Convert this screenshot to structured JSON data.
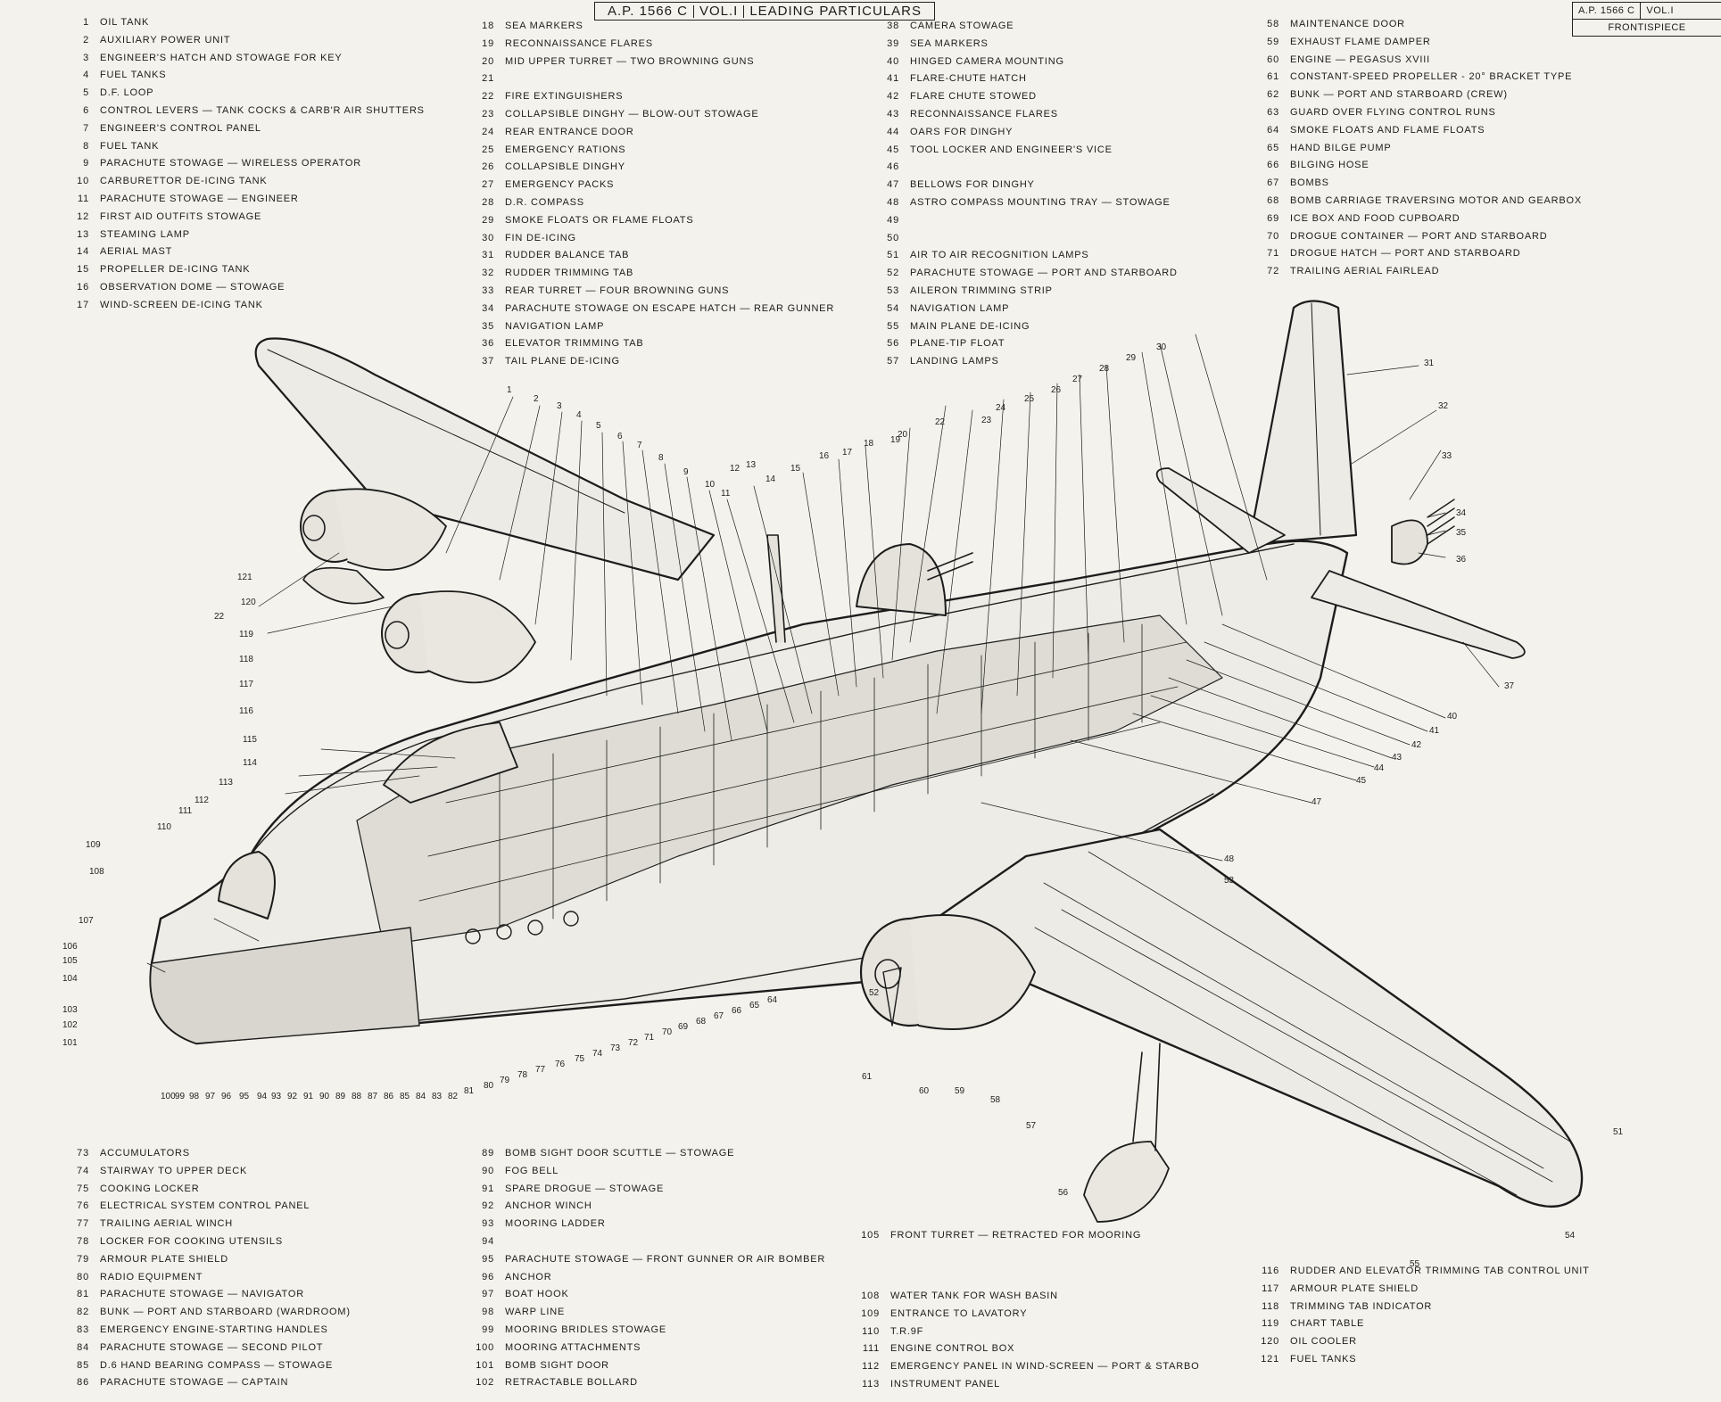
{
  "header": {
    "doc_ref": "A.P. 1566 C",
    "volume": "VOL.I",
    "section": "LEADING PARTICULARS"
  },
  "ref_box": {
    "doc_ref": "A.P. 1566 C",
    "volume": "VOL.I",
    "page": "FRONTISPIECE"
  },
  "legend": {
    "col1": [
      {
        "n": "1",
        "t": "OIL TANK"
      },
      {
        "n": "2",
        "t": "AUXILIARY POWER UNIT"
      },
      {
        "n": "3",
        "t": "ENGINEER'S HATCH AND STOWAGE FOR KEY"
      },
      {
        "n": "4",
        "t": "FUEL TANKS"
      },
      {
        "n": "5",
        "t": "D.F. LOOP"
      },
      {
        "n": "6",
        "t": "CONTROL LEVERS — TANK COCKS & CARB'R AIR SHUTTERS"
      },
      {
        "n": "7",
        "t": "ENGINEER'S CONTROL PANEL"
      },
      {
        "n": "8",
        "t": "FUEL TANK"
      },
      {
        "n": "9",
        "t": "PARACHUTE STOWAGE — WIRELESS OPERATOR"
      },
      {
        "n": "10",
        "t": "CARBURETTOR DE-ICING TANK"
      },
      {
        "n": "11",
        "t": "PARACHUTE STOWAGE — ENGINEER"
      },
      {
        "n": "12",
        "t": "FIRST AID OUTFITS STOWAGE"
      },
      {
        "n": "13",
        "t": "STEAMING LAMP"
      },
      {
        "n": "14",
        "t": "AERIAL MAST"
      },
      {
        "n": "15",
        "t": "PROPELLER DE-ICING TANK"
      },
      {
        "n": "16",
        "t": "OBSERVATION DOME — STOWAGE"
      },
      {
        "n": "17",
        "t": "WIND-SCREEN DE-ICING TANK"
      }
    ],
    "col2": [
      {
        "n": "18",
        "t": "SEA MARKERS"
      },
      {
        "n": "19",
        "t": "RECONNAISSANCE FLARES"
      },
      {
        "n": "20",
        "t": "MID UPPER TURRET — TWO BROWNING GUNS"
      },
      {
        "n": "21",
        "t": ""
      },
      {
        "n": "22",
        "t": "FIRE EXTINGUISHERS"
      },
      {
        "n": "23",
        "t": "COLLAPSIBLE DINGHY — BLOW-OUT STOWAGE"
      },
      {
        "n": "24",
        "t": "REAR ENTRANCE DOOR"
      },
      {
        "n": "25",
        "t": "EMERGENCY RATIONS"
      },
      {
        "n": "26",
        "t": "COLLAPSIBLE DINGHY"
      },
      {
        "n": "27",
        "t": "EMERGENCY PACKS"
      },
      {
        "n": "28",
        "t": "D.R. COMPASS"
      },
      {
        "n": "29",
        "t": "SMOKE FLOATS OR FLAME FLOATS"
      },
      {
        "n": "30",
        "t": "FIN DE-ICING"
      },
      {
        "n": "31",
        "t": "RUDDER BALANCE TAB"
      },
      {
        "n": "32",
        "t": "RUDDER TRIMMING TAB"
      },
      {
        "n": "33",
        "t": "REAR TURRET — FOUR BROWNING GUNS"
      },
      {
        "n": "34",
        "t": "PARACHUTE STOWAGE ON ESCAPE HATCH — REAR GUNNER"
      },
      {
        "n": "35",
        "t": "NAVIGATION LAMP"
      },
      {
        "n": "36",
        "t": "ELEVATOR TRIMMING TAB"
      },
      {
        "n": "37",
        "t": "TAIL PLANE DE-ICING"
      }
    ],
    "col3": [
      {
        "n": "38",
        "t": "CAMERA STOWAGE"
      },
      {
        "n": "39",
        "t": "SEA MARKERS"
      },
      {
        "n": "40",
        "t": "HINGED CAMERA MOUNTING"
      },
      {
        "n": "41",
        "t": "FLARE-CHUTE HATCH"
      },
      {
        "n": "42",
        "t": "FLARE CHUTE STOWED"
      },
      {
        "n": "43",
        "t": "RECONNAISSANCE FLARES"
      },
      {
        "n": "44",
        "t": "OARS FOR DINGHY"
      },
      {
        "n": "45",
        "t": "TOOL LOCKER AND ENGINEER'S VICE"
      },
      {
        "n": "46",
        "t": ""
      },
      {
        "n": "47",
        "t": "BELLOWS FOR DINGHY"
      },
      {
        "n": "48",
        "t": "ASTRO COMPASS MOUNTING TRAY — STOWAGE"
      },
      {
        "n": "49",
        "t": ""
      },
      {
        "n": "50",
        "t": ""
      },
      {
        "n": "51",
        "t": "AIR TO AIR RECOGNITION LAMPS"
      },
      {
        "n": "52",
        "t": "PARACHUTE STOWAGE — PORT AND STARBOARD"
      },
      {
        "n": "53",
        "t": "AILERON TRIMMING STRIP"
      },
      {
        "n": "54",
        "t": "NAVIGATION LAMP"
      },
      {
        "n": "55",
        "t": "MAIN PLANE DE-ICING"
      },
      {
        "n": "56",
        "t": "PLANE-TIP FLOAT"
      },
      {
        "n": "57",
        "t": "LANDING LAMPS"
      }
    ],
    "col4": [
      {
        "n": "58",
        "t": "MAINTENANCE DOOR"
      },
      {
        "n": "59",
        "t": "EXHAUST FLAME DAMPER"
      },
      {
        "n": "60",
        "t": "ENGINE — PEGASUS XVIII"
      },
      {
        "n": "61",
        "t": "CONSTANT-SPEED PROPELLER - 20° BRACKET TYPE"
      },
      {
        "n": "62",
        "t": "BUNK — PORT AND STARBOARD (CREW)"
      },
      {
        "n": "63",
        "t": "GUARD OVER FLYING CONTROL RUNS"
      },
      {
        "n": "64",
        "t": "SMOKE FLOATS AND FLAME FLOATS"
      },
      {
        "n": "65",
        "t": "HAND BILGE PUMP"
      },
      {
        "n": "66",
        "t": "BILGING HOSE"
      },
      {
        "n": "67",
        "t": "BOMBS"
      },
      {
        "n": "68",
        "t": "BOMB CARRIAGE TRAVERSING MOTOR AND GEARBOX"
      },
      {
        "n": "69",
        "t": "ICE BOX AND FOOD CUPBOARD"
      },
      {
        "n": "70",
        "t": "DROGUE CONTAINER — PORT AND STARBOARD"
      },
      {
        "n": "71",
        "t": "DROGUE HATCH — PORT AND STARBOARD"
      },
      {
        "n": "72",
        "t": "TRAILING AERIAL FAIRLEAD"
      }
    ],
    "col5": [
      {
        "n": "73",
        "t": "ACCUMULATORS"
      },
      {
        "n": "74",
        "t": "STAIRWAY TO UPPER DECK"
      },
      {
        "n": "75",
        "t": "COOKING LOCKER"
      },
      {
        "n": "76",
        "t": "ELECTRICAL SYSTEM CONTROL PANEL"
      },
      {
        "n": "77",
        "t": "TRAILING AERIAL WINCH"
      },
      {
        "n": "78",
        "t": "LOCKER FOR COOKING UTENSILS"
      },
      {
        "n": "79",
        "t": "ARMOUR PLATE SHIELD"
      },
      {
        "n": "80",
        "t": "RADIO EQUIPMENT"
      },
      {
        "n": "81",
        "t": "PARACHUTE STOWAGE — NAVIGATOR"
      },
      {
        "n": "82",
        "t": "BUNK — PORT AND STARBOARD (WARDROOM)"
      },
      {
        "n": "83",
        "t": "EMERGENCY ENGINE-STARTING HANDLES"
      },
      {
        "n": "84",
        "t": "PARACHUTE STOWAGE — SECOND PILOT"
      },
      {
        "n": "85",
        "t": "D.6 HAND BEARING COMPASS — STOWAGE"
      },
      {
        "n": "86",
        "t": "PARACHUTE STOWAGE — CAPTAIN"
      }
    ],
    "col6": [
      {
        "n": "89",
        "t": "BOMB SIGHT DOOR SCUTTLE — STOWAGE"
      },
      {
        "n": "90",
        "t": "FOG BELL"
      },
      {
        "n": "91",
        "t": "SPARE DROGUE — STOWAGE"
      },
      {
        "n": "92",
        "t": "ANCHOR WINCH"
      },
      {
        "n": "93",
        "t": "MOORING LADDER"
      },
      {
        "n": "94",
        "t": ""
      },
      {
        "n": "95",
        "t": "PARACHUTE STOWAGE — FRONT GUNNER OR AIR BOMBER"
      },
      {
        "n": "96",
        "t": "ANCHOR"
      },
      {
        "n": "97",
        "t": "BOAT HOOK"
      },
      {
        "n": "98",
        "t": "WARP LINE"
      },
      {
        "n": "99",
        "t": "MOORING BRIDLES STOWAGE"
      },
      {
        "n": "100",
        "t": "MOORING ATTACHMENTS"
      },
      {
        "n": "101",
        "t": "BOMB SIGHT DOOR"
      },
      {
        "n": "102",
        "t": "RETRACTABLE BOLLARD"
      }
    ],
    "col7": [
      {
        "n": "105",
        "t": "FRONT TURRET — RETRACTED FOR MOORING"
      }
    ],
    "col8": [
      {
        "n": "108",
        "t": "WATER TANK FOR WASH BASIN"
      },
      {
        "n": "109",
        "t": "ENTRANCE TO LAVATORY"
      },
      {
        "n": "110",
        "t": "T.R.9F"
      },
      {
        "n": "111",
        "t": "ENGINE CONTROL BOX"
      },
      {
        "n": "112",
        "t": "EMERGENCY PANEL IN WIND-SCREEN — PORT & STARBO"
      },
      {
        "n": "113",
        "t": "INSTRUMENT PANEL"
      }
    ],
    "col9": [
      {
        "n": "116",
        "t": "RUDDER AND ELEVATOR TRIMMING TAB CONTROL UNIT"
      },
      {
        "n": "117",
        "t": "ARMOUR PLATE SHIELD"
      },
      {
        "n": "118",
        "t": "TRIMMING TAB INDICATOR"
      },
      {
        "n": "119",
        "t": "CHART TABLE"
      },
      {
        "n": "120",
        "t": "OIL COOLER"
      },
      {
        "n": "121",
        "t": "FUEL TANKS"
      }
    ]
  },
  "callouts": {
    "top": [
      "1",
      "2",
      "3",
      "4",
      "5",
      "6",
      "7",
      "8",
      "9",
      "10",
      "11",
      "12",
      "13",
      "14",
      "15",
      "16",
      "17",
      "18",
      "19",
      "20",
      "22",
      "23",
      "24",
      "25",
      "26",
      "27",
      "28",
      "29",
      "30"
    ],
    "tail": [
      "31",
      "32",
      "33",
      "34",
      "35",
      "36",
      "37"
    ],
    "rear": [
      "40",
      "41",
      "42",
      "43",
      "44",
      "45",
      "47",
      "48"
    ],
    "bottom": [
      "100",
      "99",
      "98",
      "97",
      "96",
      "95",
      "94",
      "93",
      "92",
      "91",
      "90",
      "89",
      "88",
      "87",
      "86",
      "85",
      "84",
      "83",
      "82",
      "81",
      "80",
      "79",
      "78",
      "77",
      "76",
      "75",
      "74",
      "73",
      "72",
      "71",
      "70",
      "69",
      "68",
      "67",
      "66",
      "65",
      "64"
    ],
    "nose": [
      "121",
      "120",
      "22",
      "119",
      "118",
      "117",
      "116",
      "115",
      "114",
      "113",
      "112",
      "111",
      "110",
      "109",
      "108",
      "107",
      "106",
      "105",
      "104",
      "103",
      "102",
      "101"
    ],
    "wing": [
      "53",
      "52",
      "61",
      "60",
      "59",
      "58",
      "57",
      "56",
      "55",
      "54",
      "51"
    ]
  },
  "colors": {
    "paper": "#f4f2ec",
    "ink": "#1c1c1c"
  }
}
